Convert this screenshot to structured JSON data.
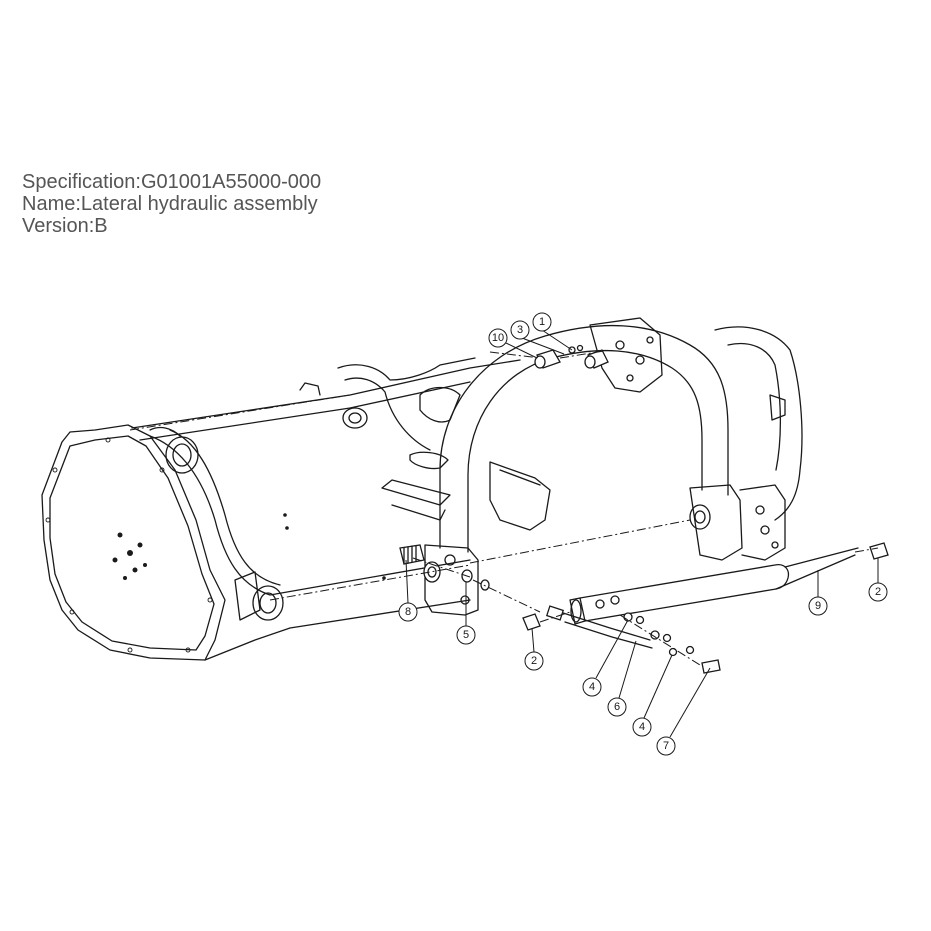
{
  "header": {
    "specification": "Specification:G01001A55000-000",
    "name": "Lateral hydraulic assembly",
    "name_line": "Name:Lateral hydraulic assembly",
    "version": "Version:B"
  },
  "callouts": [
    {
      "id": "c1",
      "label": "1"
    },
    {
      "id": "c3",
      "label": "3"
    },
    {
      "id": "c10",
      "label": "10"
    },
    {
      "id": "c8",
      "label": "8"
    },
    {
      "id": "c5",
      "label": "5"
    },
    {
      "id": "c2a",
      "label": "2"
    },
    {
      "id": "c4a",
      "label": "4"
    },
    {
      "id": "c6",
      "label": "6"
    },
    {
      "id": "c4b",
      "label": "4"
    },
    {
      "id": "c7",
      "label": "7"
    },
    {
      "id": "c9",
      "label": "9"
    },
    {
      "id": "c2b",
      "label": "2"
    }
  ]
}
